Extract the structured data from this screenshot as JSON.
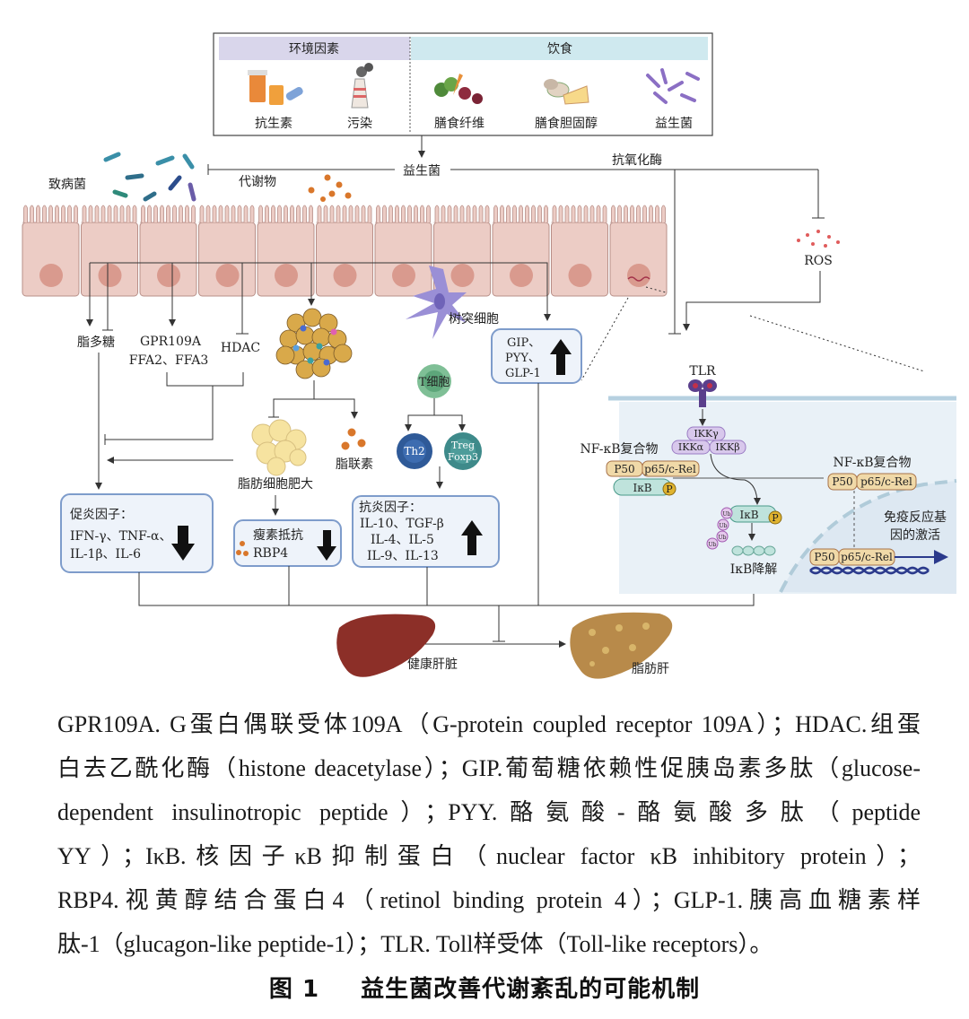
{
  "diagram": {
    "top_box": {
      "env_header": "环境因素",
      "diet_header": "饮食",
      "items": [
        "抗生素",
        "污染",
        "膳食纤维",
        "膳食胆固醇",
        "益生菌"
      ]
    },
    "probiotics": "益生菌",
    "antioxidant_enzyme": "抗氧化酶",
    "ros": "ROS",
    "pathogen": "致病菌",
    "metabolites": "代谢物",
    "lps": "脂多糖",
    "gpr_line1": "GPR109A",
    "gpr_line2": "FFA2、FFA3",
    "hdac": "HDAC",
    "dendritic_cell": "树突细胞",
    "gip_box": [
      "GIP、",
      "PYY、",
      "GLP-1"
    ],
    "t_cell": "T细胞",
    "th2": "Th2",
    "treg": [
      "Treg",
      "Foxp3"
    ],
    "adipocyte_hypertrophy": "脂肪细胞肥大",
    "adiponectin": "脂联素",
    "pro_inflammatory": {
      "title": "促炎因子：",
      "line1": "IFN-γ、TNF-α、",
      "line2": "IL-1β、IL-6"
    },
    "leptin_box": {
      "line1": "瘦素抵抗",
      "line2": "RBP4"
    },
    "anti_inflammatory": {
      "title": "抗炎因子：",
      "line1": "IL-10、TGF-β",
      "line2": "IL-4、IL-5",
      "line3": "IL-9、IL-13"
    },
    "healthy_liver": "健康肝脏",
    "fatty_liver": "脂肪肝",
    "cell_panel": {
      "tlr": "TLR",
      "ikk_gamma": "IKKγ",
      "ikk_alpha": "IKKα",
      "ikk_beta": "IKKβ",
      "nfkb_complex_left": "NF-κB复合物",
      "nfkb_complex_right": "NF-κB复合物",
      "p50": "P50",
      "p65": "p65/c-Rel",
      "ikb": "IκB",
      "p": "P",
      "ub": "Ub",
      "ikb_degradation": "IκB降解",
      "gene_activation": [
        "免疫反应基",
        "因的激活"
      ]
    },
    "colors": {
      "env_header_bg": "#d9d6eb",
      "diet_header_bg": "#cfe9ef",
      "epithelium": "#ecccc5",
      "box_border": "#7e9ccb",
      "box_bg": "#eef3fa",
      "cell_panel_bg": "#e9f1f7"
    }
  },
  "caption": {
    "lines": [
      "GPR109A. G蛋白偶联受体109A（G-protein coupled receptor 109A）；HDAC.组蛋",
      "白去乙酰化酶（histone deacetylase）；GIP.葡萄糖依赖性促胰岛素多肽（glucose-",
      "dependent insulinotropic peptide）；PYY.酪氨酸-酪氨酸多肽（peptide",
      "YY）；IκB.核因子κB抑制蛋白（nuclear factor κB inhibitory protein）；",
      "RBP4.视黄醇结合蛋白4（retinol binding protein 4）；GLP-1.胰高血糖素样",
      "肽-1（glucagon-like peptide-1）；TLR. Toll样受体（Toll-like receptors）。"
    ],
    "figure_number": "图 1",
    "figure_title": "益生菌改善代谢紊乱的可能机制"
  }
}
